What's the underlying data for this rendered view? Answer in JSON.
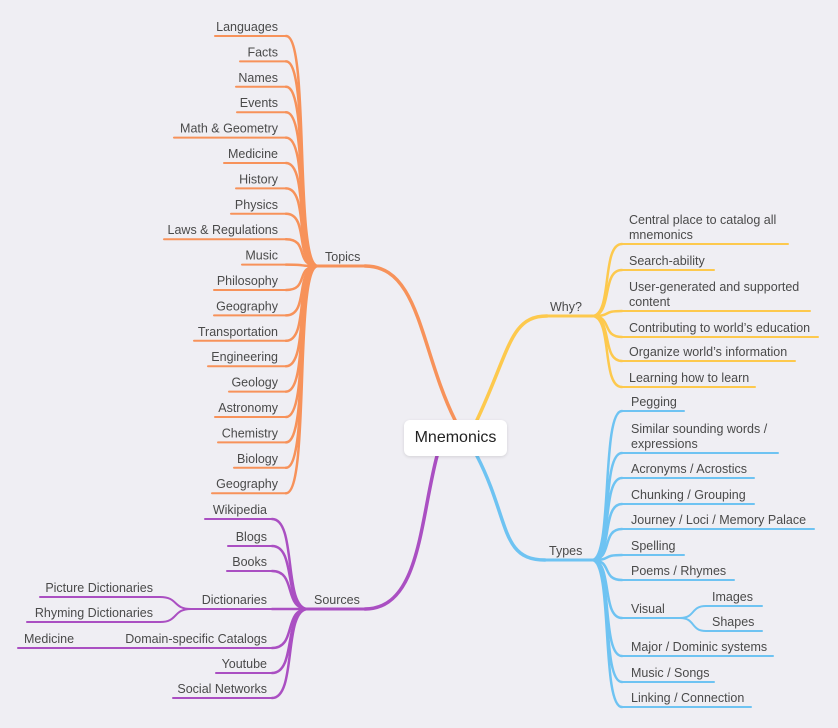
{
  "colors": {
    "background": "#efeef3",
    "topics": "#f7925a",
    "why": "#fdc94d",
    "types": "#6ec3f2",
    "sources": "#aa4fc2"
  },
  "root": {
    "label": "Mnemonics"
  },
  "branches": {
    "topics": {
      "label": "Topics",
      "items": [
        "Languages",
        "Facts",
        "Names",
        "Events",
        "Math & Geometry",
        "Medicine",
        "History",
        "Physics",
        "Laws & Regulations",
        "Music",
        "Philosophy",
        "Geography",
        "Transportation",
        "Engineering",
        "Geology",
        "Astronomy",
        "Chemistry",
        "Biology",
        "Geography"
      ]
    },
    "why": {
      "label": "Why?",
      "items": [
        {
          "line1": "Central place to catalog all",
          "line2": "mnemonics"
        },
        {
          "line1": "Search-ability"
        },
        {
          "line1": "User-generated and supported",
          "line2": "content"
        },
        {
          "line1": "Contributing to world’s education"
        },
        {
          "line1": "Organize world’s information"
        },
        {
          "line1": "Learning how to learn"
        }
      ]
    },
    "types": {
      "label": "Types",
      "items": [
        {
          "line1": "Pegging"
        },
        {
          "line1": "Similar sounding words /",
          "line2": "expressions"
        },
        {
          "line1": "Acronyms / Acrostics"
        },
        {
          "line1": "Chunking / Grouping"
        },
        {
          "line1": "Journey / Loci / Memory Palace"
        },
        {
          "line1": "Spelling"
        },
        {
          "line1": "Poems / Rhymes"
        },
        {
          "line1": "Visual",
          "children": [
            "Images",
            "Shapes"
          ]
        },
        {
          "line1": "Major / Dominic systems"
        },
        {
          "line1": "Music / Songs"
        },
        {
          "line1": "Linking / Connection"
        }
      ]
    },
    "sources": {
      "label": "Sources",
      "items": [
        {
          "label": "Wikipedia"
        },
        {
          "label": "Blogs"
        },
        {
          "label": "Books"
        },
        {
          "label": "Dictionaries",
          "children": [
            "Picture Dictionaries",
            "Rhyming Dictionaries"
          ]
        },
        {
          "label": "Domain-specific Catalogs",
          "children": [
            "Medicine"
          ]
        },
        {
          "label": "Youtube"
        },
        {
          "label": "Social Networks"
        }
      ]
    }
  }
}
